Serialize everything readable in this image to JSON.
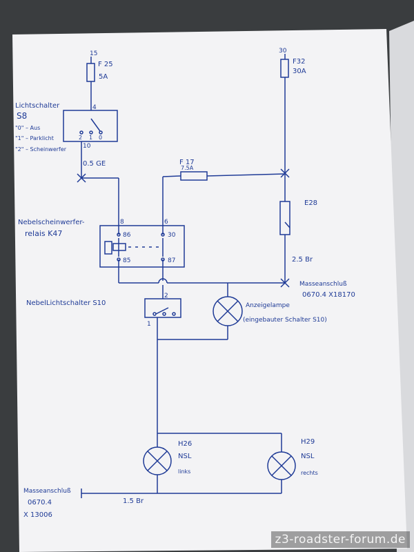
{
  "colors": {
    "ink": "#1e3a96",
    "paper": "#f3f3f5",
    "background": "#3a3d3f"
  },
  "fuse_f25": {
    "terminal": "15",
    "id": "F 25",
    "rating": "5A"
  },
  "fuse_f32": {
    "terminal": "30",
    "id": "F32",
    "rating": "30A"
  },
  "light_switch": {
    "title": "Lichtschalter",
    "id": "S8",
    "pos0": "\"0\" – Aus",
    "pos1": "\"1\" – Parklicht",
    "pos2": "\"2\" – Scheinwerfer",
    "pin_top": "4",
    "pin_bottom": "10",
    "contacts": [
      "2",
      "1",
      "0"
    ],
    "wire": "0.5 GE"
  },
  "fuse_f17": {
    "id": "F 17",
    "rating": "7.5A"
  },
  "e28": {
    "id": "E28",
    "wire": "2.5 Br"
  },
  "relay": {
    "title_line1": "Nebelscheinwerfer-",
    "title_line2": "relais K47",
    "pin_left": "8",
    "pin_right": "6",
    "t86": "86",
    "t85": "85",
    "t30": "30",
    "t87": "87"
  },
  "ground_right": {
    "label": "Masseanschluß",
    "code": "0670.4 X18170"
  },
  "fog_switch": {
    "label": "NebelLichtschalter S10",
    "pin_top": "2",
    "pin_left": "1"
  },
  "indicator": {
    "line1": "Anzeigelampe",
    "line2": "(eingebauter Schalter S10)"
  },
  "lamp_left": {
    "id": "H26",
    "type": "NSL",
    "side": "links"
  },
  "lamp_right": {
    "id": "H29",
    "type": "NSL",
    "side": "rechts"
  },
  "ground_bottom": {
    "label": "Masseanschluß",
    "code1": "0670.4",
    "code2": "X 13006",
    "wire": "1.5 Br"
  },
  "watermark": "z3-roadster-forum.de"
}
